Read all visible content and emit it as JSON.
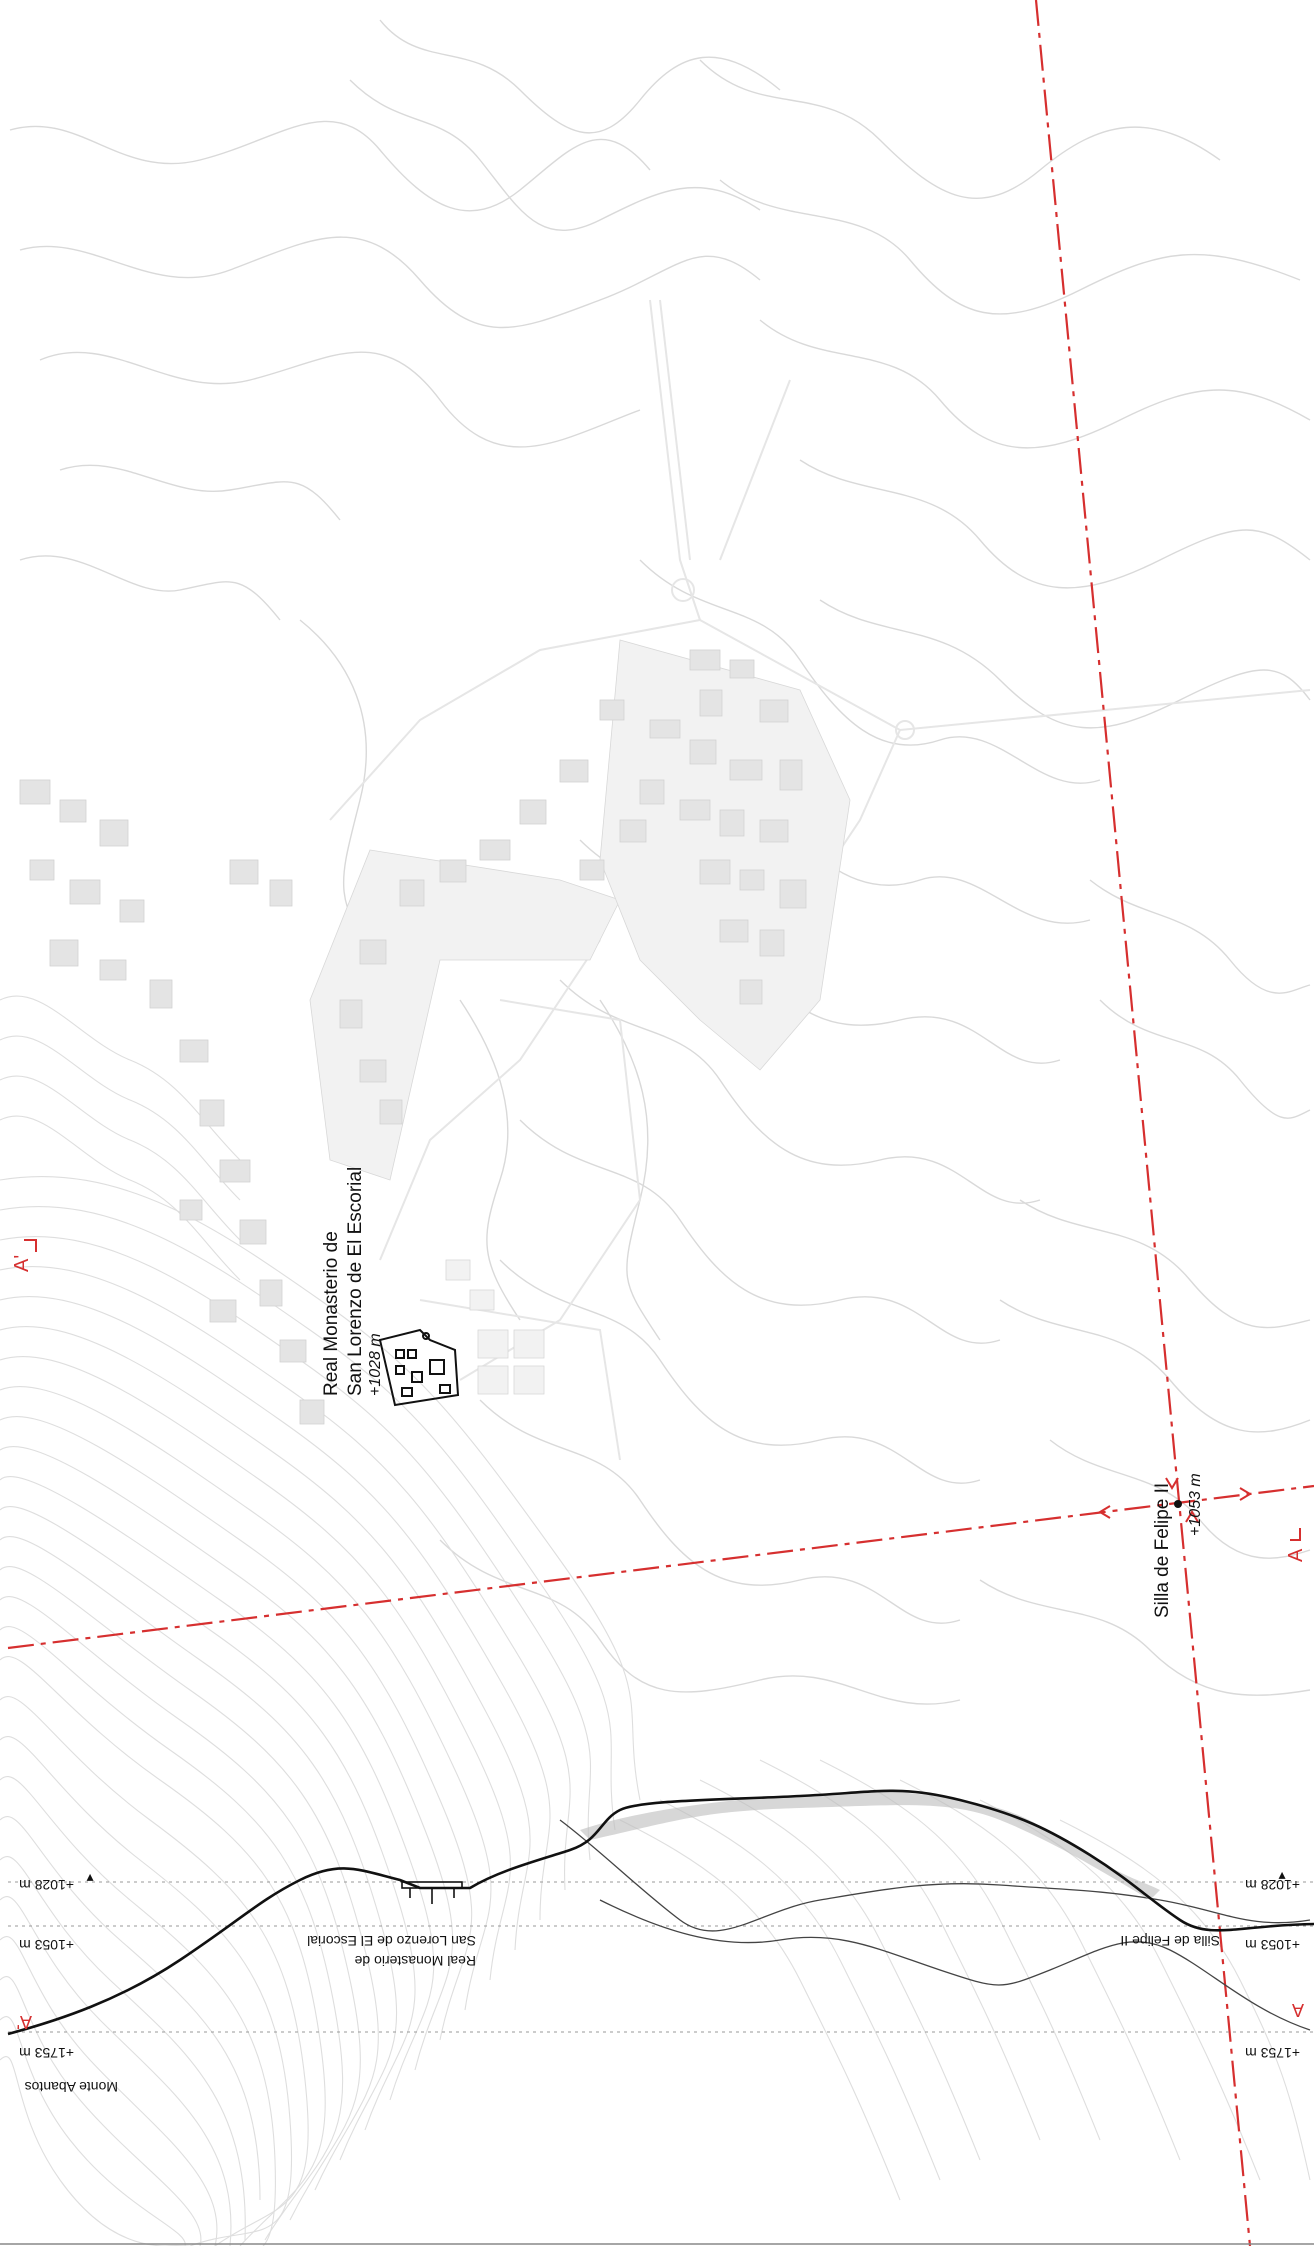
{
  "places": {
    "monastery": {
      "name_line1": "Real Monasterio de",
      "name_line2": "San Lorenzo de El Escorial",
      "elevation": "+1028 m"
    },
    "silla": {
      "name": "Silla de Felipe II",
      "elevation": "+1053 m"
    }
  },
  "section": {
    "marker_a": "A",
    "marker_a_prime": "A'",
    "profile_labels": {
      "monte": "Monte Abantos",
      "monastery_line1": "Real Monasterio de",
      "monastery_line2": "San Lorenzo de El Escorial",
      "silla": "Silla de Felipe II"
    },
    "elevation_refs": [
      "+1028 m",
      "+1053 m",
      "+1753 m"
    ]
  },
  "colors": {
    "section_line": "#d62f2f",
    "contours": "#d9d9d9",
    "urban_blocks": "#e4e4e4",
    "profile": "#111111"
  }
}
